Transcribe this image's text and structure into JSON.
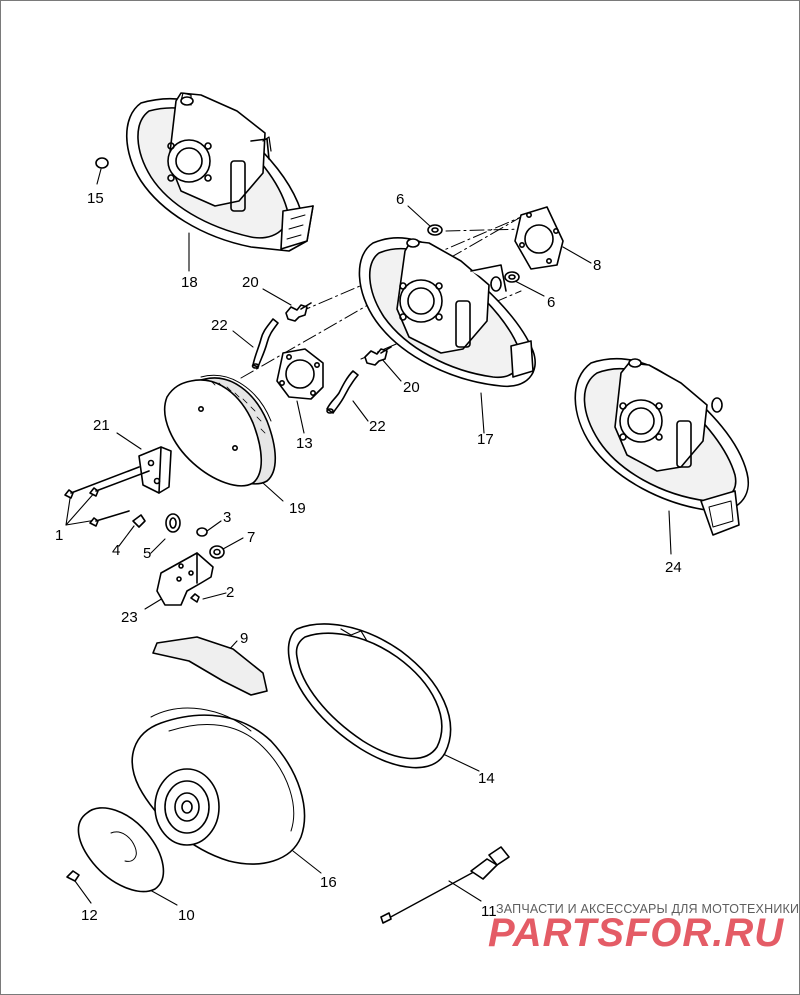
{
  "diagram": {
    "callouts": [
      "1",
      "2",
      "3",
      "4",
      "5",
      "6",
      "6",
      "7",
      "8",
      "9",
      "10",
      "11",
      "12",
      "13",
      "14",
      "15",
      "16",
      "17",
      "18",
      "19",
      "20",
      "20",
      "21",
      "22",
      "22",
      "23",
      "24"
    ]
  },
  "watermark": {
    "caption": "ЗАПЧАСТИ И АКСЕССУАРЫ ДЛЯ МОТОТЕХНИКИ",
    "brand": "PARTSFOR.RU"
  },
  "colors": {
    "line": "#000000",
    "fill": "#ffffff",
    "shade": "#ececec",
    "brand": "#e0404c"
  }
}
